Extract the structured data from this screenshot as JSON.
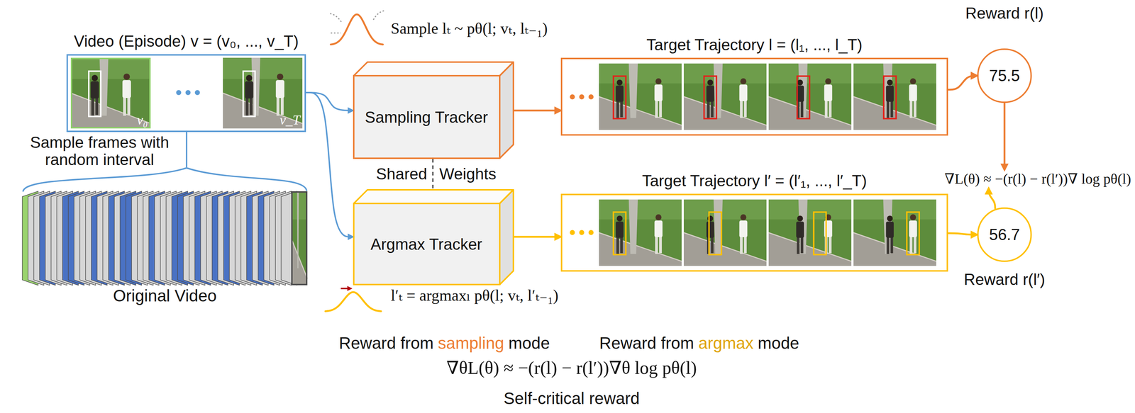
{
  "diagram": {
    "nodes": [
      {
        "text": [
          "Video (Episode) v = (v₀, ..., v_T)",
          "v₀",
          "v_T"
        ]
      },
      {
        "text": [
          "Original Video"
        ]
      },
      {
        "text": [
          "Sampling Tracker"
        ]
      },
      {
        "text": [
          "Argmax Tracker"
        ]
      },
      {
        "text": [
          "Target Trajectory l = (l₁, ..., l_T)"
        ]
      },
      {
        "text": [
          "Target Trajectory l′ = (l′₁, ..., l′_T)"
        ]
      },
      {
        "text": [
          "Reward r(l)",
          "75.5"
        ]
      },
      {
        "text": [
          "∇L(θ) ≈ −(r(l) − r(l′))∇ log pθ(l)"
        ]
      },
      {
        "text": [
          "56.7",
          "Reward r(l′)"
        ]
      }
    ],
    "edges": [
      {
        "from": 1,
        "to": 0,
        "arrow": "none",
        "label": "Sample frames with random interval"
      },
      {
        "from": 0,
        "to": 2,
        "arrow": "to"
      },
      {
        "from": 0,
        "to": 3,
        "arrow": "to"
      },
      {
        "from": 2,
        "to": 4,
        "arrow": "to"
      },
      {
        "from": 3,
        "to": 5,
        "arrow": "to"
      },
      {
        "from": 4,
        "to": 6,
        "arrow": "to"
      },
      {
        "from": 5,
        "to": 8,
        "arrow": "to"
      },
      {
        "from": 6,
        "to": 7,
        "arrow": "to"
      },
      {
        "from": 8,
        "to": 7,
        "arrow": "to"
      },
      {
        "from": 2,
        "to": 3,
        "arrow": "none"
      }
    ],
    "labels": [
      "Sample lₜ ~ pθ(l; vₜ, lₜ₋₁)",
      "l′ₜ = argmaxₗ pθ(l; vₜ, l′ₜ₋₁)",
      "Shared",
      "Weights",
      "Reward from",
      "sampling",
      "mode",
      "Reward from",
      "argmax",
      "mode",
      "∇θL(θ) ≈ −(r(l) − r(l′))∇θ log pθ(l)",
      "Self-critical reward"
    ]
  }
}
